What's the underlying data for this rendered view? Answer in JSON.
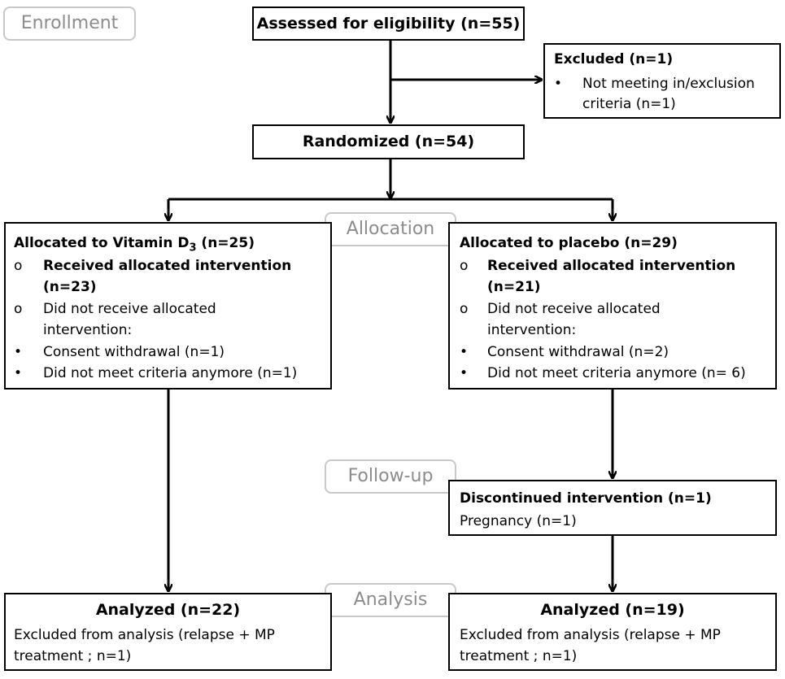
{
  "stages": {
    "enrollment": "Enrollment",
    "allocation": "Allocation",
    "followup": "Follow-up",
    "analysis": "Analysis"
  },
  "assessed": {
    "title": "Assessed for eligibility (n=55)"
  },
  "excluded": {
    "title": "Excluded (n=1)",
    "bullet": "•",
    "line1": "Not meeting in/exclusion",
    "line2": "criteria (n=1)"
  },
  "randomized": {
    "title": "Randomized (n=54)"
  },
  "vitd": {
    "title_pre": "Allocated to Vitamin D",
    "title_sub": "3",
    "title_post": " (n=25)",
    "received_1": "Received allocated intervention",
    "received_2": "(n=23)",
    "notreceived_1": "Did not receive allocated",
    "notreceived_2": "intervention:",
    "consent": "Consent withdrawal (n=1)",
    "criteria": "Did not meet criteria anymore (n=1)"
  },
  "placebo": {
    "title": "Allocated to placebo (n=29)",
    "received_1": "Received allocated intervention",
    "received_2": "(n=21)",
    "notreceived_1": "Did not receive allocated",
    "notreceived_2": "intervention:",
    "consent": "Consent withdrawal (n=2)",
    "criteria": "Did not meet criteria anymore (n= 6)"
  },
  "discontinued": {
    "title": "Discontinued intervention (n=1)",
    "detail": "Pregnancy (n=1)"
  },
  "analyzed_vitd": {
    "title": "Analyzed (n=22)",
    "line1": "Excluded from analysis (relapse + MP",
    "line2": "treatment ; n=1)"
  },
  "analyzed_placebo": {
    "title": "Analyzed (n=19)",
    "line1": "Excluded from analysis (relapse + MP",
    "line2": "treatment ; n=1)"
  },
  "markers": {
    "circle": "o",
    "dot": "•"
  }
}
